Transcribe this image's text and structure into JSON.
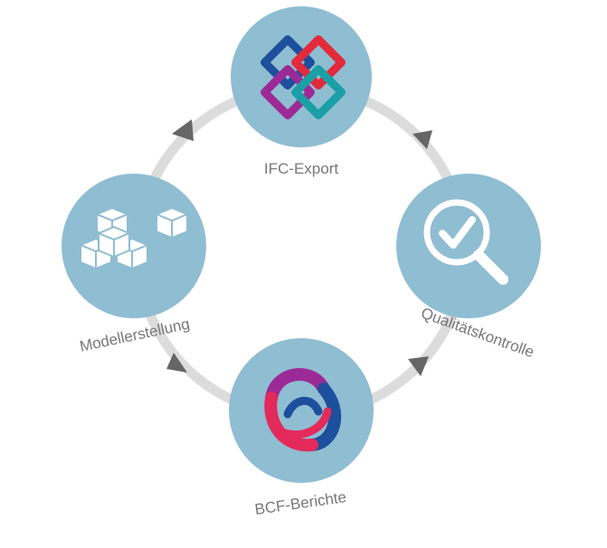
{
  "diagram": {
    "colors": {
      "ring": "#dcdcdc",
      "arrow": "#666666",
      "node_fill": "#8fbdd2",
      "label": "#77777a",
      "ifc_blue": "#1d4f9c",
      "ifc_red": "#e32a3b",
      "ifc_purple": "#9c2a96",
      "ifc_teal": "#1aa0a4",
      "bcf_purple": "#9c2a96",
      "bcf_red": "#e32a5b",
      "bcf_blue": "#1d4f9c"
    },
    "nodes": [
      {
        "id": "ifc",
        "label": "IFC-Export",
        "icon": "ifc-logo-icon"
      },
      {
        "id": "quality",
        "label": "Qualitätskontrolle",
        "icon": "magnifier-check-icon"
      },
      {
        "id": "bcf",
        "label": "BCF-Berichte",
        "icon": "bcf-logo-icon"
      },
      {
        "id": "model",
        "label": "Modellerstellung",
        "icon": "cubes-icon"
      }
    ]
  }
}
